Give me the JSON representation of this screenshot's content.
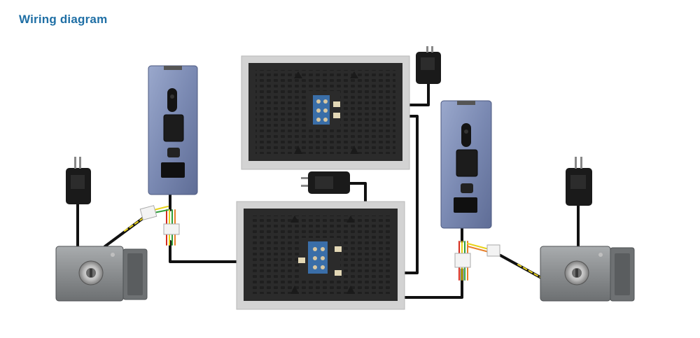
{
  "page": {
    "title": "Wiring diagram"
  },
  "colors": {
    "title": "#1f6fa5",
    "wire_black": "#111111",
    "wire_red": "#d42a1c",
    "wire_yellow": "#e8d21a",
    "wire_green": "#2e9e3a",
    "wire_orange": "#e8802a",
    "monitor_frame": "#cfcfcf",
    "monitor_back": "#2b2b2b",
    "doorbell_panel": "#7f8fb6",
    "lock_body": "#8a8d8f",
    "terminal_block": "#3a6ea8"
  },
  "devices": [
    {
      "id": "monitor-1",
      "kind": "indoor-monitor",
      "icon": "monitor-back"
    },
    {
      "id": "monitor-2",
      "kind": "indoor-monitor",
      "icon": "monitor-back"
    },
    {
      "id": "doorbell-1",
      "kind": "outdoor-camera",
      "icon": "doorbell-panel"
    },
    {
      "id": "doorbell-2",
      "kind": "outdoor-camera",
      "icon": "doorbell-panel"
    },
    {
      "id": "lock-1",
      "kind": "electric-lock",
      "icon": "lock-body"
    },
    {
      "id": "lock-2",
      "kind": "electric-lock",
      "icon": "lock-body"
    },
    {
      "id": "adapter-1",
      "kind": "power-adapter",
      "icon": "power-plug"
    },
    {
      "id": "adapter-2",
      "kind": "power-adapter",
      "icon": "power-plug"
    },
    {
      "id": "adapter-3",
      "kind": "power-adapter",
      "icon": "power-plug"
    },
    {
      "id": "adapter-4",
      "kind": "power-adapter",
      "icon": "power-plug"
    }
  ]
}
